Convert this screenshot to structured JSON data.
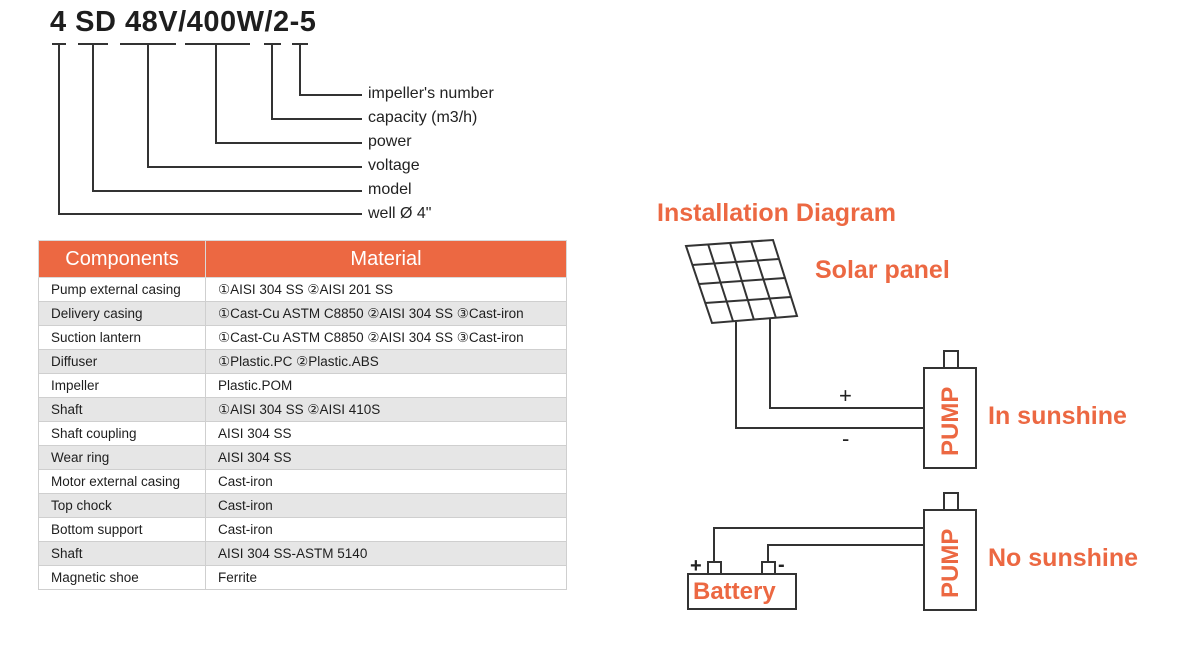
{
  "model_code": "4 SD 48V/400W/2-5",
  "model_legend": [
    "impeller's number",
    "capacity (m3/h)",
    "power",
    "voltage",
    "model",
    "well Ø 4\""
  ],
  "table": {
    "headers": [
      "Components",
      "Material"
    ],
    "rows": [
      [
        "Pump external casing",
        "①AISI 304 SS ②AISI 201 SS"
      ],
      [
        "Delivery casing",
        "①Cast-Cu ASTM C8850 ②AISI 304 SS ③Cast-iron"
      ],
      [
        "Suction lantern",
        "①Cast-Cu ASTM C8850 ②AISI 304 SS ③Cast-iron"
      ],
      [
        "Diffuser",
        "①Plastic.PC ②Plastic.ABS"
      ],
      [
        "Impeller",
        "Plastic.POM"
      ],
      [
        "Shaft",
        "①AISI 304 SS ②AISI 410S"
      ],
      [
        "Shaft coupling",
        "AISI 304 SS"
      ],
      [
        "Wear ring",
        "AISI 304 SS"
      ],
      [
        "Motor external casing",
        "Cast-iron"
      ],
      [
        "Top chock",
        "Cast-iron"
      ],
      [
        "Bottom support",
        "Cast-iron"
      ],
      [
        "Shaft",
        "AISI 304 SS-ASTM 5140"
      ],
      [
        "Magnetic shoe",
        "Ferrite"
      ]
    ]
  },
  "installation": {
    "title": "Installation Diagram",
    "solar_label": "Solar panel",
    "sunshine_label": "In sunshine",
    "nosunshine_label": "No sunshine",
    "pump_label": "PUMP",
    "battery_label": "Battery",
    "plus": "+",
    "minus": "-"
  },
  "colors": {
    "accent": "#ec6842",
    "line": "#333333",
    "row_alt": "#e6e6e6"
  }
}
